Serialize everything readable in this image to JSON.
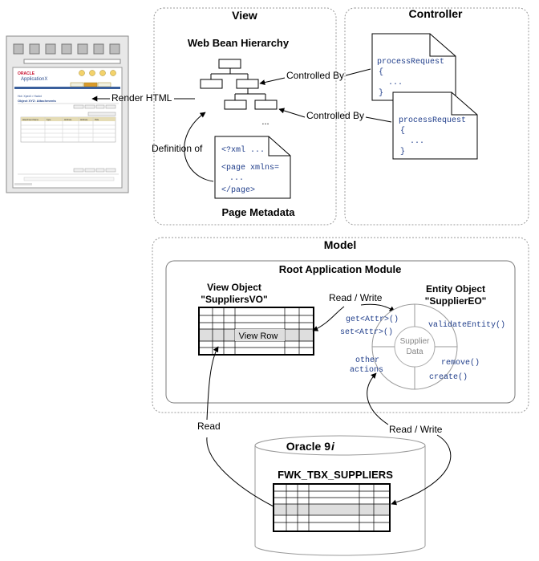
{
  "view": {
    "title": "View",
    "hierarchy_label": "Web Bean Hierarchy",
    "render_label": "Render HTML",
    "definition_label": "Definition of",
    "metadata_label": "Page Metadata",
    "metadata_code": [
      "<?xml ...",
      "<page xmlns=",
      "...",
      "</page>"
    ],
    "ellipsis": "..."
  },
  "controller": {
    "title": "Controller",
    "controlled_by": "Controlled By",
    "code": [
      "processRequest",
      "{",
      "...",
      "}"
    ]
  },
  "model": {
    "title": "Model",
    "root_am": "Root Application Module",
    "vo_label_1": "View Object",
    "vo_label_2": "\"SuppliersVO\"",
    "view_row": "View Row",
    "read_write": "Read / Write",
    "eo_label_1": "Entity Object",
    "eo_label_2": "\"SupplierEO\"",
    "eo_center": [
      "Supplier",
      "Data"
    ],
    "eo_methods": {
      "get": "get<Attr>()",
      "set": "set<Attr>()",
      "validate": "validateEntity()",
      "other_1": "other",
      "other_2": "actions",
      "remove": "remove()",
      "create": "create()"
    }
  },
  "db": {
    "title": "Oracle 9",
    "title_italic": "i",
    "table": "FWK_TBX_SUPPLIERS",
    "read": "Read",
    "read_write": "Read / Write"
  },
  "screenshot": {
    "brand": "ORACLE",
    "app": "ApplicationX",
    "crumbs": "Hot: Xpedi > Hadot",
    "page_title": "Object XYZ: Attachments",
    "headers": [
      "Attachment Name",
      "Type",
      "Attribute",
      "Attribute",
      "Hide"
    ]
  },
  "colors": {
    "code": "#1f3d8a",
    "border": "#9a9a9a",
    "row_fill": "#dedede",
    "brand_red": "#c8102e"
  }
}
